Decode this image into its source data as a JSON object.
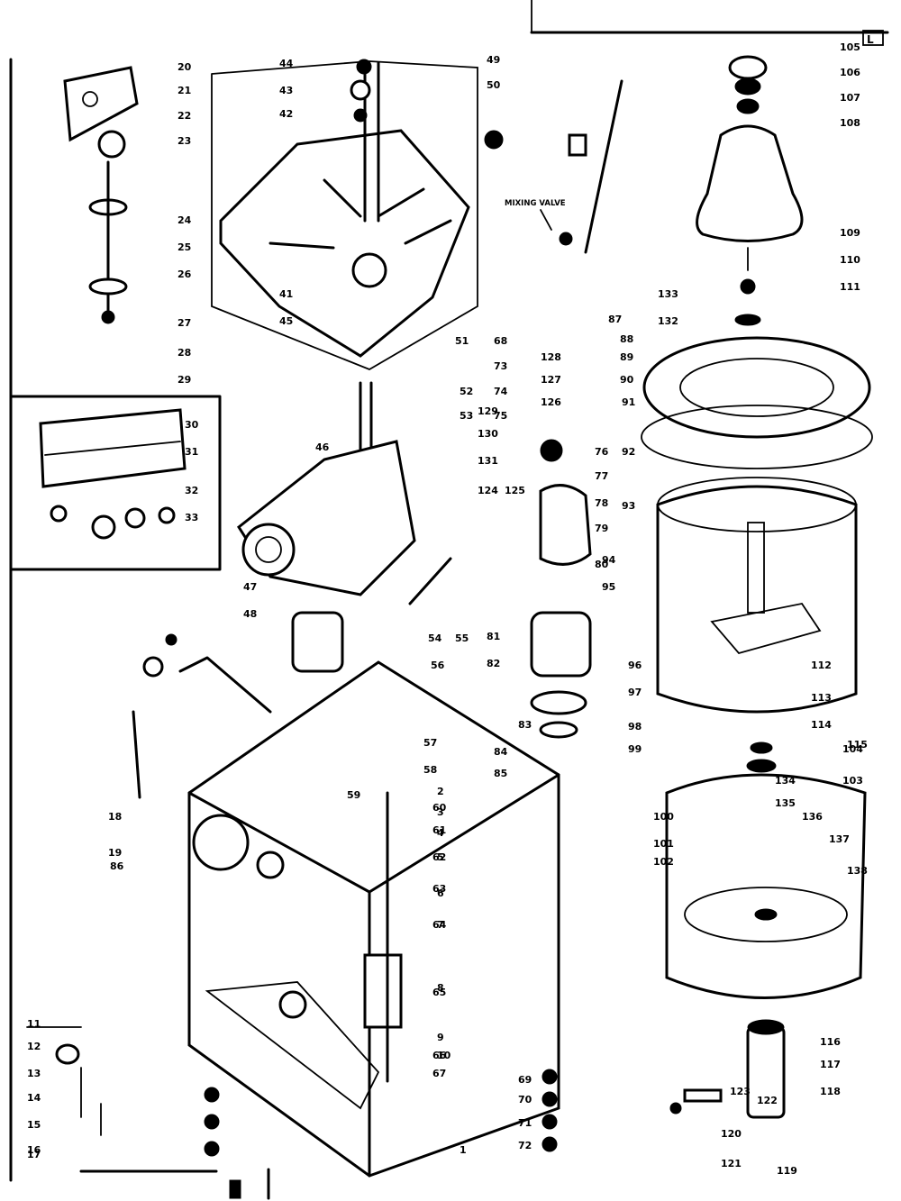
{
  "callouts": {
    "mixing_valve": "MIXING VALVE",
    "corner_mark": "L"
  },
  "labels": [
    "20",
    "21",
    "22",
    "23",
    "24",
    "25",
    "26",
    "27",
    "28",
    "29",
    "30",
    "31",
    "32",
    "33",
    "44",
    "43",
    "42",
    "41",
    "45",
    "46",
    "47",
    "48",
    "49",
    "50",
    "51",
    "52",
    "53",
    "54",
    "55",
    "56",
    "57",
    "58",
    "59",
    "60",
    "61",
    "62",
    "63",
    "64",
    "65",
    "66",
    "67",
    "68",
    "69",
    "70",
    "71",
    "72",
    "73",
    "74",
    "75",
    "76",
    "77",
    "78",
    "79",
    "80",
    "81",
    "82",
    "83",
    "84",
    "85",
    "1",
    "2",
    "3",
    "4",
    "5",
    "6",
    "7",
    "8",
    "9",
    "10",
    "11",
    "12",
    "13",
    "14",
    "15",
    "16",
    "17",
    "18",
    "19",
    "86",
    "87",
    "88",
    "89",
    "90",
    "91",
    "92",
    "93",
    "94",
    "95",
    "96",
    "97",
    "98",
    "99",
    "100",
    "101",
    "102",
    "103",
    "104",
    "105",
    "106",
    "107",
    "108",
    "109",
    "110",
    "111",
    "112",
    "113",
    "114",
    "115",
    "116",
    "117",
    "118",
    "119",
    "120",
    "121",
    "122",
    "123",
    "124",
    "125",
    "126",
    "127",
    "128",
    "129",
    "130",
    "131",
    "132",
    "133",
    "134",
    "135",
    "136",
    "137",
    "138"
  ]
}
